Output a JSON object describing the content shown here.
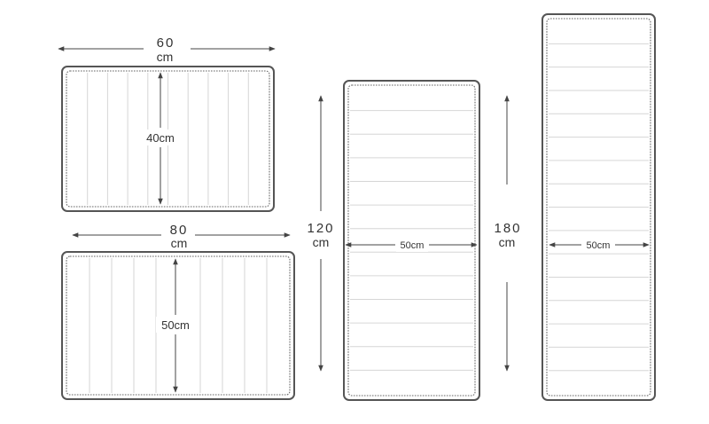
{
  "mats": [
    {
      "id": "mat-60x40",
      "width_label": "60",
      "width_unit": "cm",
      "height_label": "40cm"
    },
    {
      "id": "mat-80x50",
      "width_label": "80",
      "width_unit": "cm",
      "height_label": "50cm"
    },
    {
      "id": "mat-50x120",
      "width_label": "50cm",
      "height_label": "120",
      "height_unit": "cm"
    },
    {
      "id": "mat-50x180",
      "width_label": "50cm",
      "height_label": "180",
      "height_unit": "cm"
    }
  ],
  "colors": {
    "outline": "#555555",
    "slat": "#d6d6d6",
    "text": "#333333"
  }
}
